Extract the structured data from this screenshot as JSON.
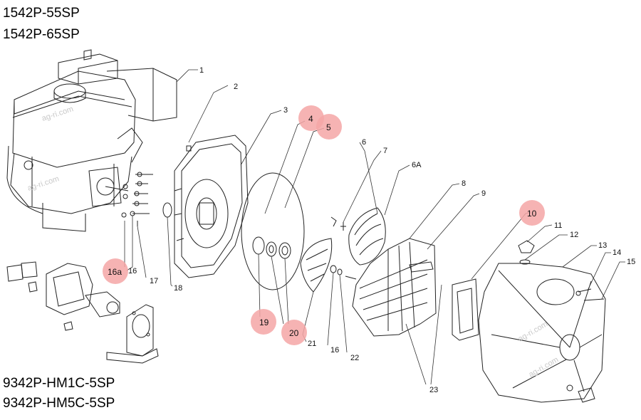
{
  "models": {
    "engine_model_1": "1542P-55SP",
    "engine_model_2": "1542P-65SP",
    "hydraulic_model_1": "9342P-HM1C-5SP",
    "hydraulic_model_2": "9342P-HM5C-5SP"
  },
  "watermark": "ag-ri.com",
  "callout_color": "#f4a6a6",
  "parts": {
    "p1": "1",
    "p2": "2",
    "p3": "3",
    "p4": "4",
    "p5": "5",
    "p6": "6",
    "p6a": "6A",
    "p7": "7",
    "p8": "8",
    "p9": "9",
    "p10": "10",
    "p11": "11",
    "p12": "12",
    "p13": "13",
    "p14": "14",
    "p15": "15",
    "p16a": "16a",
    "p16": "16",
    "p16b": "16",
    "p17": "17",
    "p18": "18",
    "p19": "19",
    "p20": "20",
    "p21": "21",
    "p22": "22",
    "p23": "23"
  }
}
